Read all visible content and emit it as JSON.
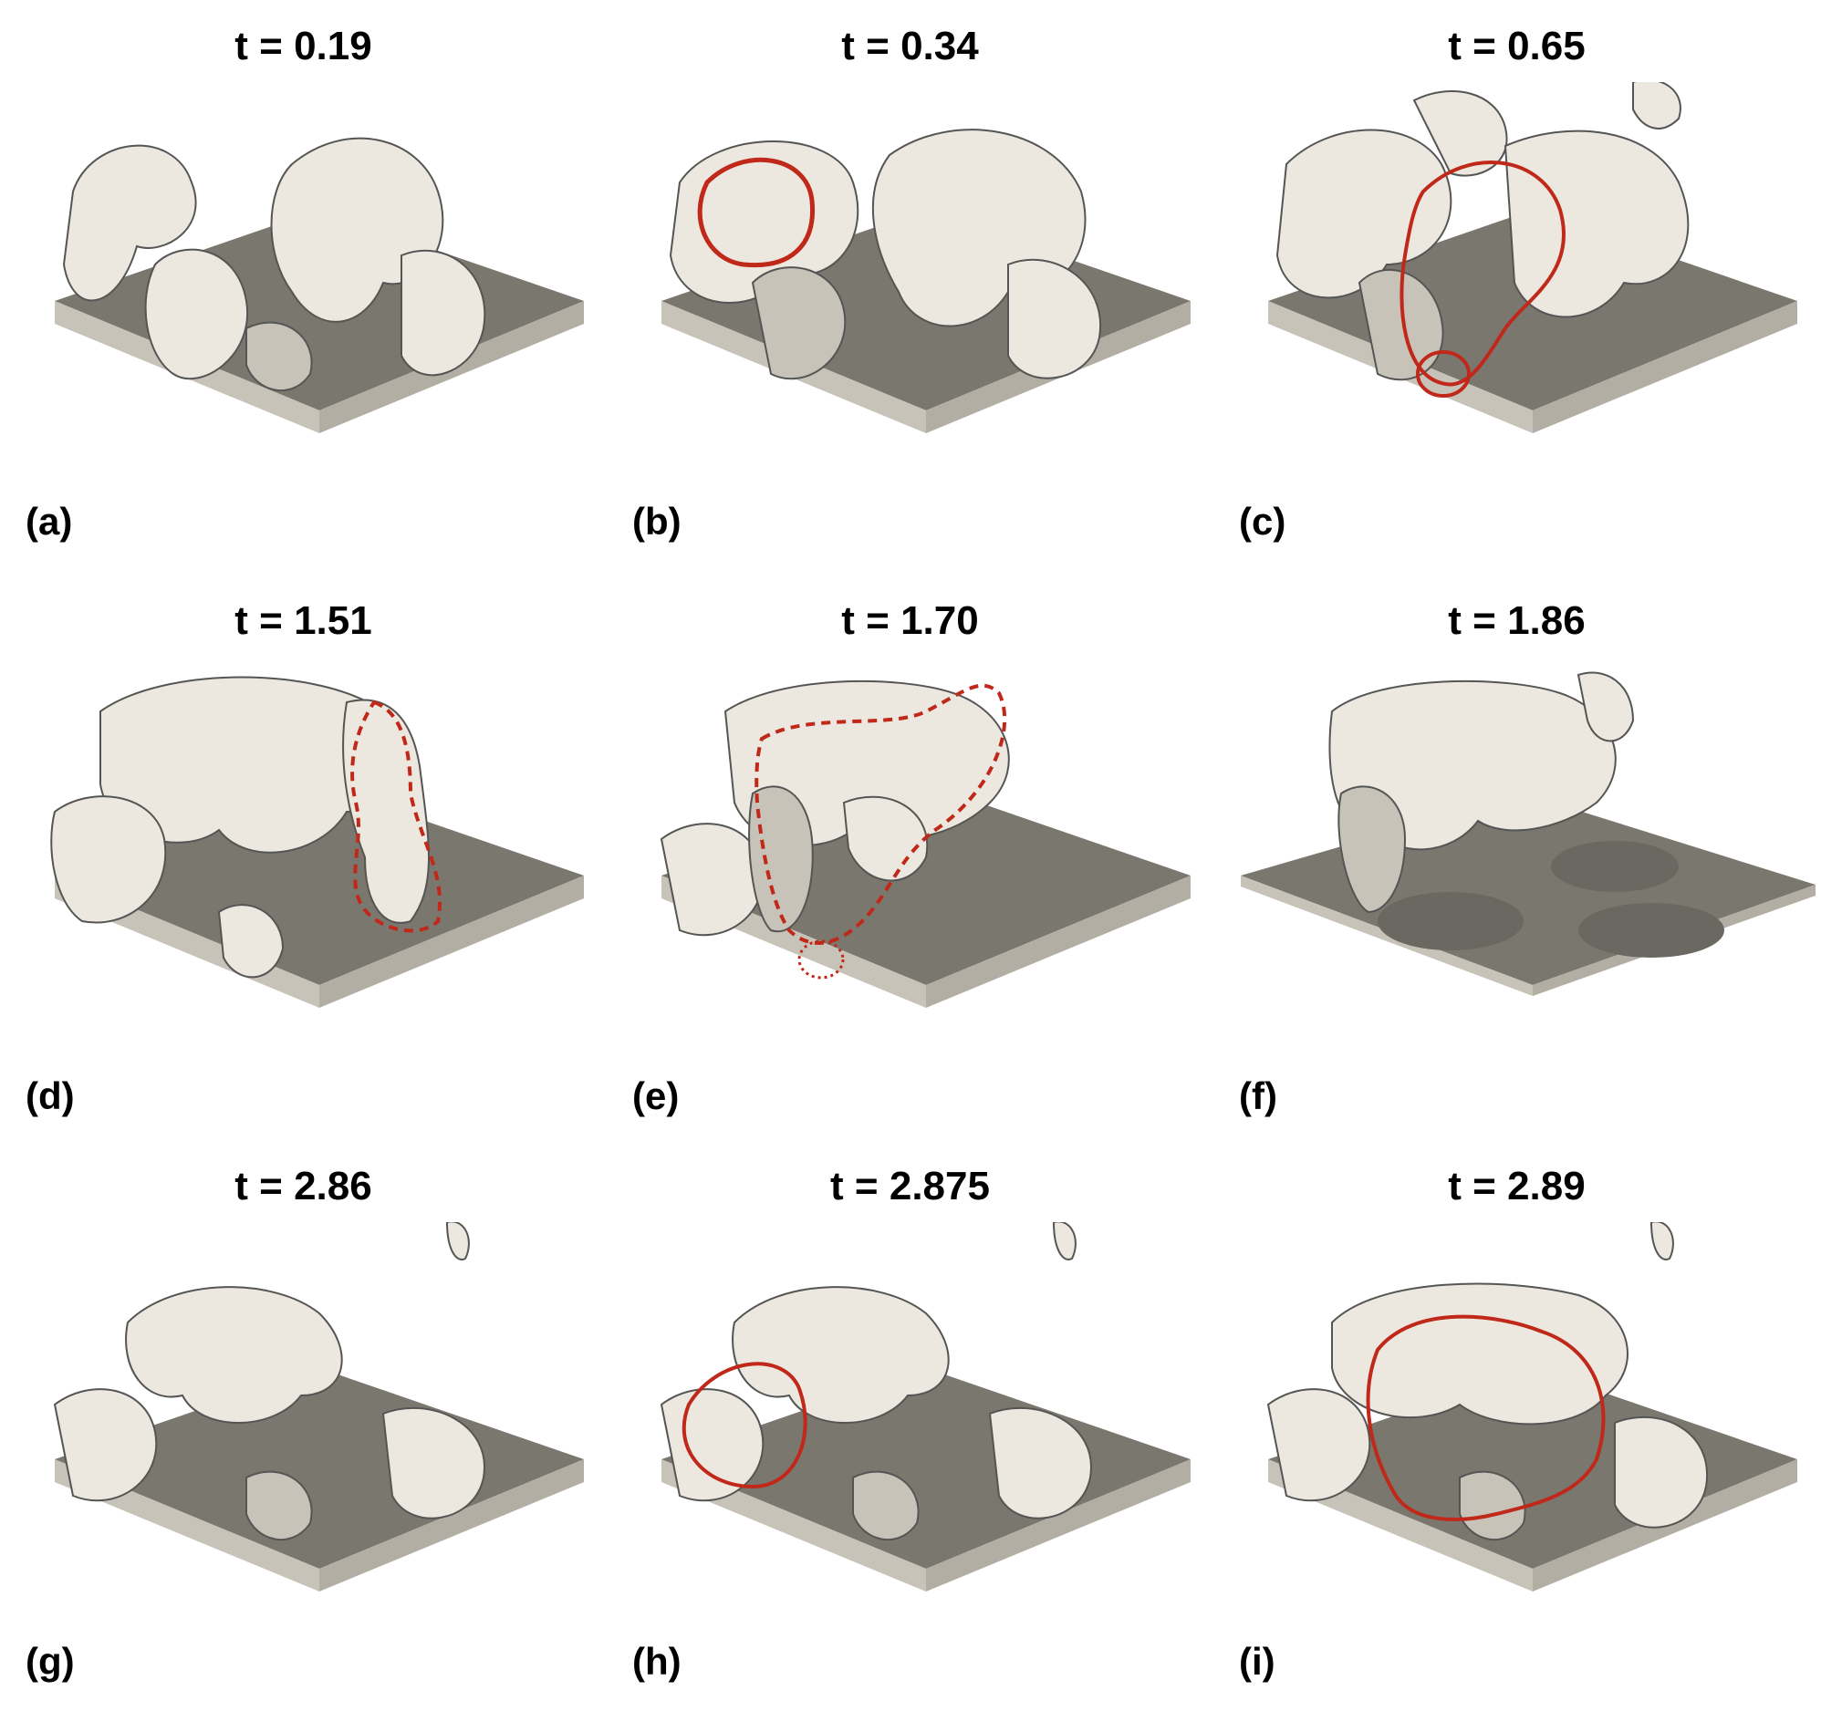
{
  "panels": [
    {
      "title": "t = 0.19",
      "label": "(a)",
      "annotation": "none"
    },
    {
      "title": "t = 0.34",
      "label": "(b)",
      "annotation": "solid-loop-left"
    },
    {
      "title": "t = 0.65",
      "label": "(c)",
      "annotation": "solid-loop-tall-with-small-circle"
    },
    {
      "title": "t = 1.51",
      "label": "(d)",
      "annotation": "dashed-loop-right"
    },
    {
      "title": "t = 1.70",
      "label": "(e)",
      "annotation": "dashed-loop-tall-with-dotted-circle"
    },
    {
      "title": "t = 1.86",
      "label": "(f)",
      "annotation": "none"
    },
    {
      "title": "t = 2.86",
      "label": "(g)",
      "annotation": "none"
    },
    {
      "title": "t = 2.875",
      "label": "(h)",
      "annotation": "solid-loop-left"
    },
    {
      "title": "t = 2.89",
      "label": "(i)",
      "annotation": "solid-loop-center"
    }
  ],
  "colors": {
    "surface": "#ece8df",
    "surface_shade": "#cfcac0",
    "cut_face": "#c8c3b8",
    "floor": "#7a776f",
    "annotation": "#c0281a",
    "text": "#000000"
  }
}
